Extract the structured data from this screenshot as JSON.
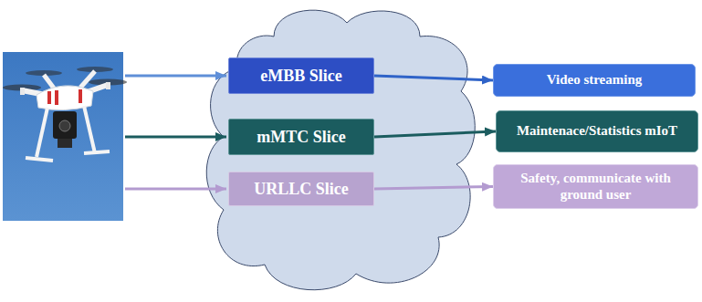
{
  "diagram": {
    "nodes": [
      {
        "text": [
          "eMBB Slice"
        ]
      },
      {
        "text": [
          "mMTC Slice"
        ]
      },
      {
        "text": [
          "URLLC Slice"
        ]
      },
      {
        "text": [
          "Video streaming"
        ]
      },
      {
        "text": [
          "Maintenace/Statistics mIoT"
        ]
      },
      {
        "text": [
          "Safety, communicate with ground user"
        ]
      }
    ],
    "edges": [
      {
        "from": 0,
        "to": 3,
        "arrow": "to"
      },
      {
        "from": 1,
        "to": 4,
        "arrow": "to"
      },
      {
        "from": 2,
        "to": 5,
        "arrow": "to"
      }
    ]
  }
}
